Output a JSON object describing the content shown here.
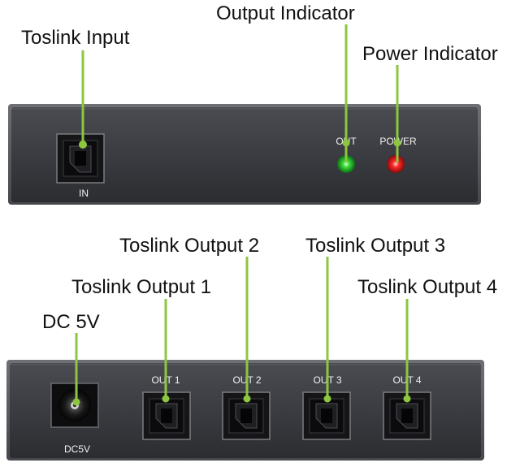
{
  "callouts": {
    "toslink_input": "Toslink Input",
    "output_indicator": "Output Indicator",
    "power_indicator": "Power Indicator",
    "toslink_output_1": "Toslink Output 1",
    "toslink_output_2": "Toslink Output 2",
    "toslink_output_3": "Toslink Output 3",
    "toslink_output_4": "Toslink Output 4",
    "dc_5v": "DC 5V"
  },
  "front_panel": {
    "in_label": "IN",
    "out_led_label": "OUT",
    "power_led_label": "POWER",
    "out_led_color": "#3ddc3d",
    "power_led_color": "#ff2a2a"
  },
  "rear_panel": {
    "dc_label": "DC5V",
    "out1_label": "OUT 1",
    "out2_label": "OUT 2",
    "out3_label": "OUT 3",
    "out4_label": "OUT 4"
  },
  "colors": {
    "leader_line": "#8dc63f",
    "panel": "#3b3d42"
  }
}
